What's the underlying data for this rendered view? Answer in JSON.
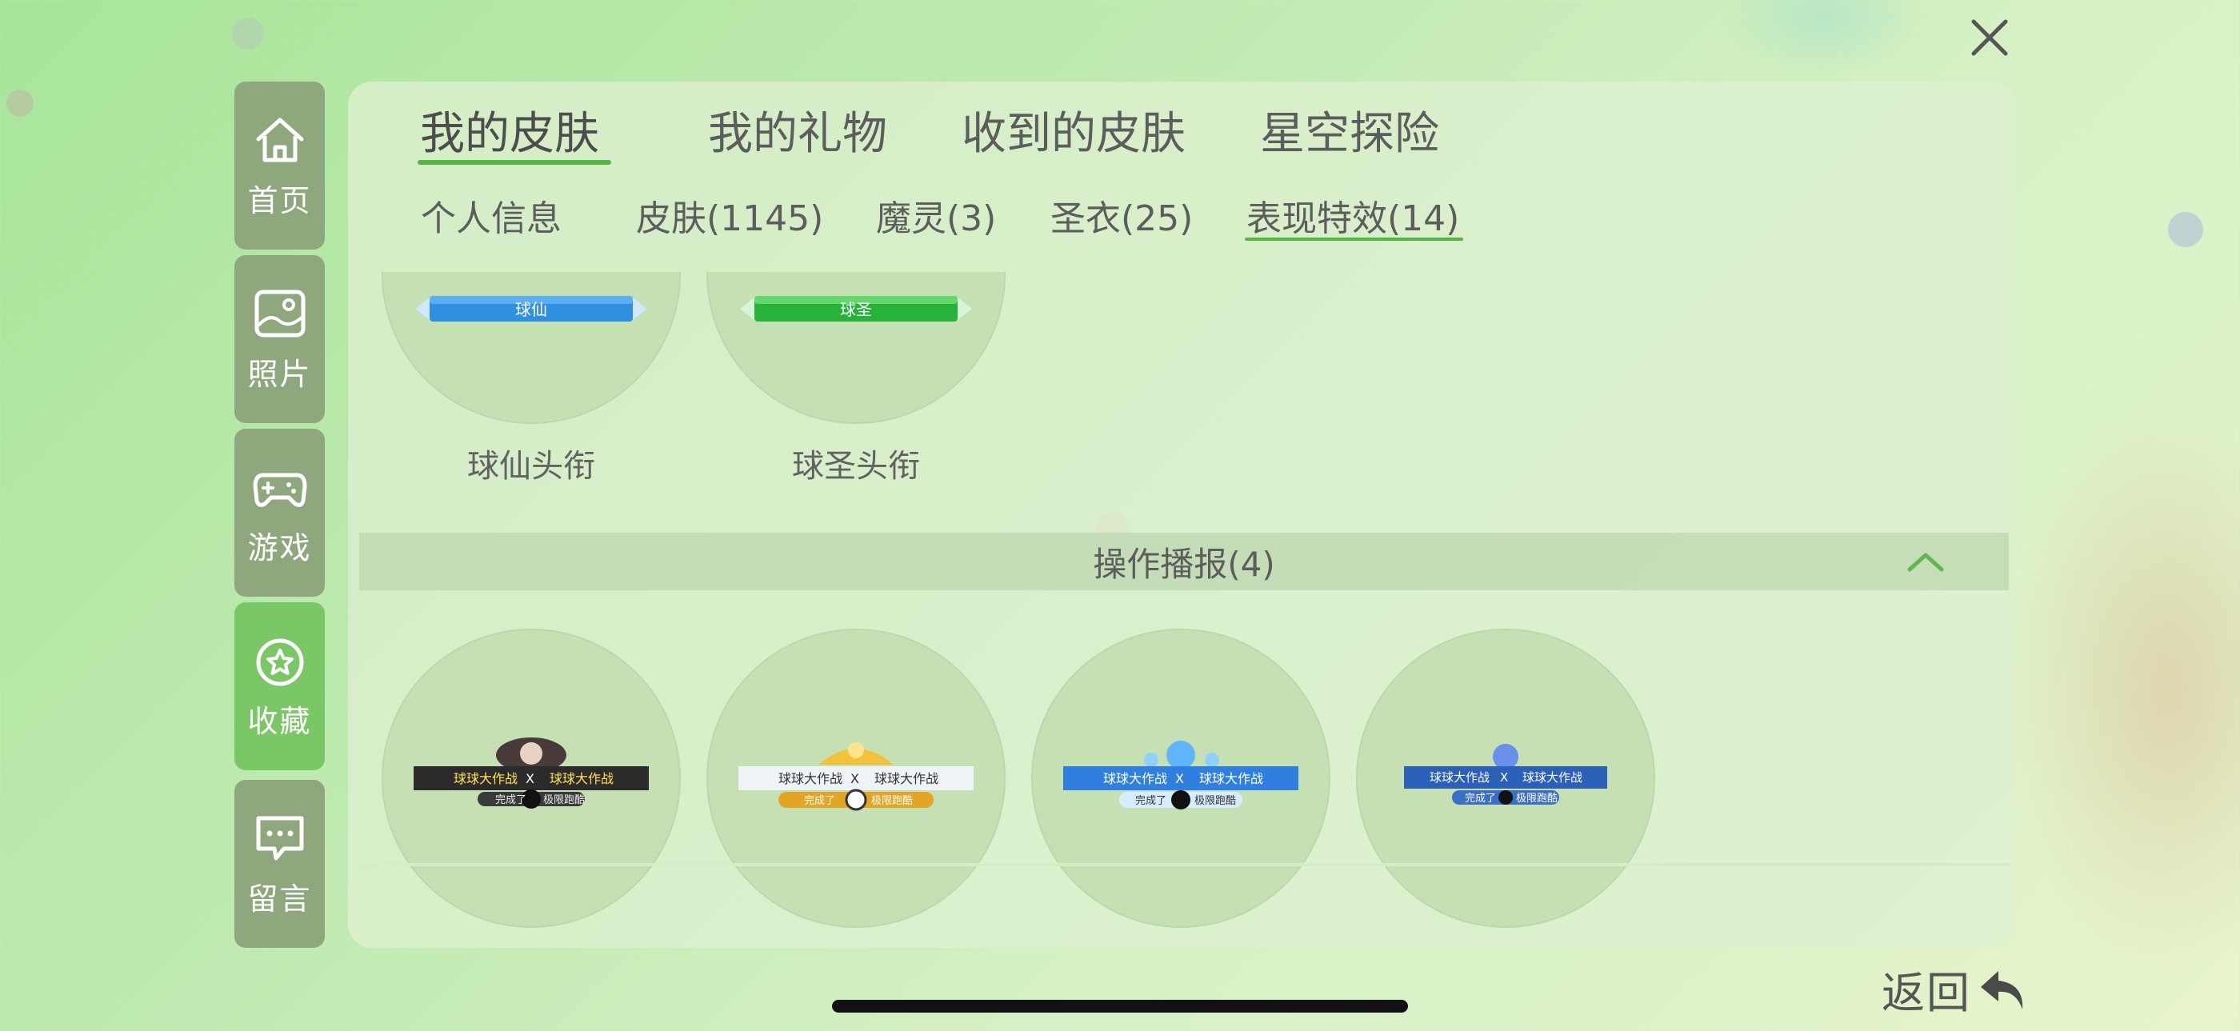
{
  "close": {
    "icon": "close-icon"
  },
  "sidenav": {
    "items": [
      {
        "label": "首页",
        "icon": "home-icon",
        "active": false
      },
      {
        "label": "照片",
        "icon": "photo-icon",
        "active": false
      },
      {
        "label": "游戏",
        "icon": "gamepad-icon",
        "active": false
      },
      {
        "label": "收藏",
        "icon": "star-icon",
        "active": true
      },
      {
        "label": "留言",
        "icon": "message-icon",
        "active": false
      }
    ]
  },
  "tabs": [
    {
      "label": "我的皮肤",
      "active": true
    },
    {
      "label": "我的礼物",
      "active": false
    },
    {
      "label": "收到的皮肤",
      "active": false
    },
    {
      "label": "星空探险",
      "active": false
    }
  ],
  "subtabs": [
    {
      "label": "个人信息",
      "active": false
    },
    {
      "label": "皮肤(1145)",
      "active": false
    },
    {
      "label": "魔灵(3)",
      "active": false
    },
    {
      "label": "圣衣(25)",
      "active": false
    },
    {
      "label": "表现特效(14)",
      "active": true
    }
  ],
  "titles": {
    "items": [
      {
        "label": "球仙头衔",
        "banner_text": "球仙",
        "color": "#2f8fe0"
      },
      {
        "label": "球圣头衔",
        "banner_text": "球圣",
        "color": "#27b33a"
      }
    ]
  },
  "section": {
    "title": "操作播报(4)",
    "icon": "chevron-up-icon"
  },
  "broadcasts": {
    "items": [
      {
        "left": "球球大作战",
        "sep": "X",
        "right": "球球大作战",
        "line1": "完成了",
        "line2": "极限跑酷",
        "theme": "#2b2b2b"
      },
      {
        "left": "球球大作战",
        "sep": "X",
        "right": "球球大作战",
        "line1": "完成了",
        "line2": "极限跑酷",
        "theme": "#e4a524"
      },
      {
        "left": "球球大作战",
        "sep": "X",
        "right": "球球大作战",
        "line1": "完成了",
        "line2": "极限跑酷",
        "theme": "#2f7fe0"
      },
      {
        "left": "球球大作战",
        "sep": "X",
        "right": "球球大作战",
        "line1": "完成了",
        "line2": "极限跑酷",
        "theme": "#2b5fb8"
      }
    ]
  },
  "back": {
    "label": "返回",
    "icon": "return-arrow-icon"
  }
}
